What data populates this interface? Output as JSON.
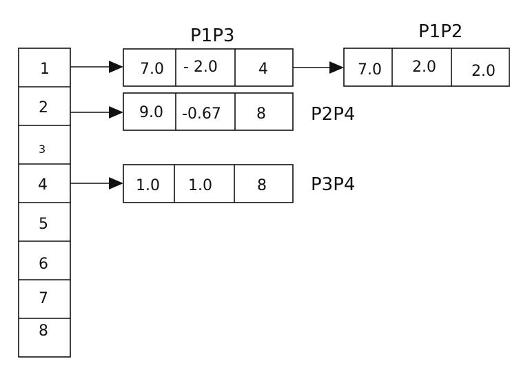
{
  "index_array": [
    "1",
    "2",
    "3",
    "4",
    "5",
    "6",
    "7",
    "8"
  ],
  "nodes": {
    "row1_first": {
      "label": "P1P3",
      "cells": [
        "7.0",
        "- 2.0",
        "4"
      ]
    },
    "row1_second": {
      "label": "P1P2",
      "cells": [
        "7.0",
        "2.0",
        "2.0"
      ]
    },
    "row2": {
      "label": "P2P4",
      "cells": [
        "9.0",
        "-0.67",
        "8"
      ]
    },
    "row4": {
      "label": "P3P4",
      "cells": [
        "1.0",
        "1.0",
        "8"
      ]
    }
  }
}
